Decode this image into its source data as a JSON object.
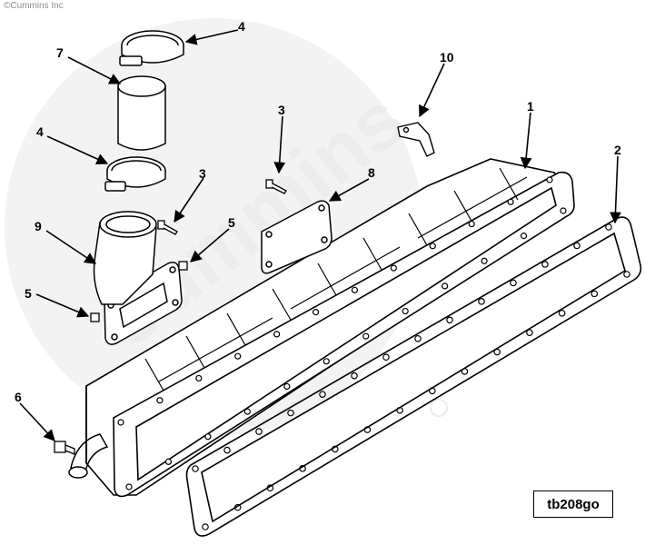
{
  "copyright": "©Cummins Inc",
  "watermark": "Cummins",
  "drawing_code": "tb208go",
  "callouts": {
    "c1": "1",
    "c2": "2",
    "c3a": "3",
    "c3b": "3",
    "c4a": "4",
    "c4b": "4",
    "c5a": "5",
    "c5b": "5",
    "c6": "6",
    "c7": "7",
    "c8": "8",
    "c9": "9",
    "c10": "10"
  }
}
